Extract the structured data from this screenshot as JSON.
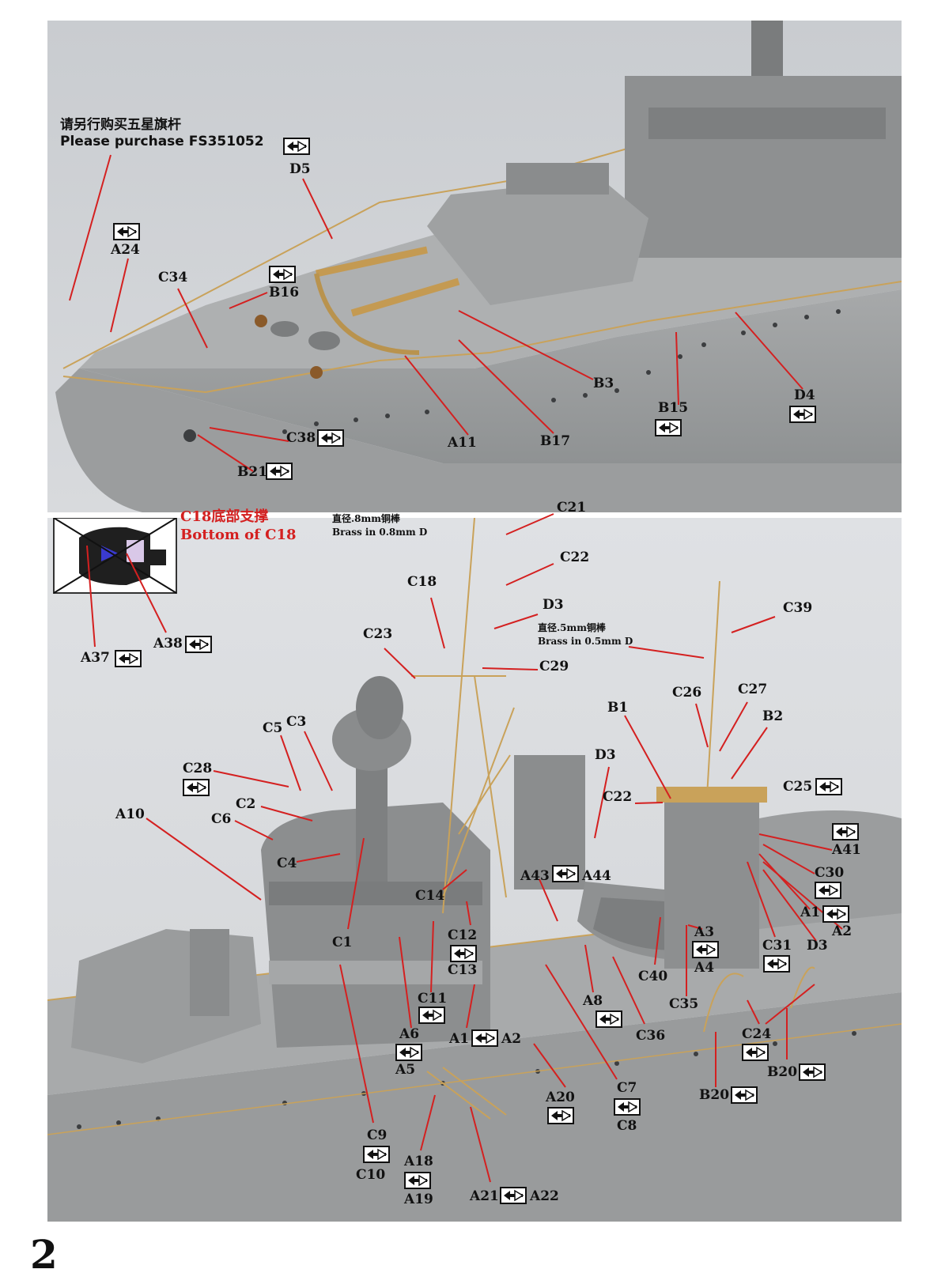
{
  "page_number": "2",
  "notes": {
    "flag_pole_cn": "请另行购买五星旗杆",
    "flag_pole_en": "Please purchase FS351052",
    "c18_support_cn": "C18底部支撑",
    "c18_support_en": "Bottom of C18",
    "brass_08_cn": "直径.8mm铜棒",
    "brass_08_en": "Brass in 0.8mm D",
    "brass_05_cn": "直径.5mm铜棒",
    "brass_05_en": "Brass in 0.5mm D"
  },
  "top_labels": {
    "d5": "D5",
    "a24": "A24",
    "c34": "C34",
    "b16": "B16",
    "b3": "B3",
    "a11": "A11",
    "b17": "B17",
    "b15": "B15",
    "d4": "D4",
    "c38": "C38",
    "b21": "B21"
  },
  "bottom_labels": {
    "c21": "C21",
    "c22a": "C22",
    "c18": "C18",
    "d3a": "D3",
    "c23": "C23",
    "c29": "C29",
    "c39": "C39",
    "c26": "C26",
    "c27": "C27",
    "b1": "B1",
    "b2": "B2",
    "d3b": "D3",
    "c22b": "C22",
    "c25": "C25",
    "a41": "A41",
    "c30": "C30",
    "a1a": "A1",
    "a2a": "A2",
    "d3c": "D3",
    "c31": "C31",
    "c28": "C28",
    "c5": "C5",
    "c3": "C3",
    "c2": "C2",
    "c6": "C6",
    "a10": "A10",
    "c4": "C4",
    "c1": "C1",
    "c14": "C14",
    "a43": "A43",
    "a44": "A44",
    "c12": "C12",
    "c13": "C13",
    "a3": "A3",
    "a4": "A4",
    "c40": "C40",
    "c35": "C35",
    "c11": "C11",
    "a8": "A8",
    "c36": "C36",
    "a6": "A6",
    "a5": "A5",
    "a1b": "A1",
    "a2b": "A2",
    "c24": "C24",
    "b20a": "B20",
    "b20b": "B20",
    "a20": "A20",
    "c7": "C7",
    "c8": "C8",
    "c9": "C9",
    "c10": "C10",
    "a18": "A18",
    "a19": "A19",
    "a21": "A21",
    "a22": "A22",
    "a37": "A37",
    "a38": "A38"
  },
  "colors": {
    "hull": "#9a9c9d",
    "deck": "#a9abac",
    "background_top": "#cfd2d5",
    "background_bottom": "#e2e4e6",
    "brass": "#c9a25a",
    "leader_line": "#d42020"
  }
}
